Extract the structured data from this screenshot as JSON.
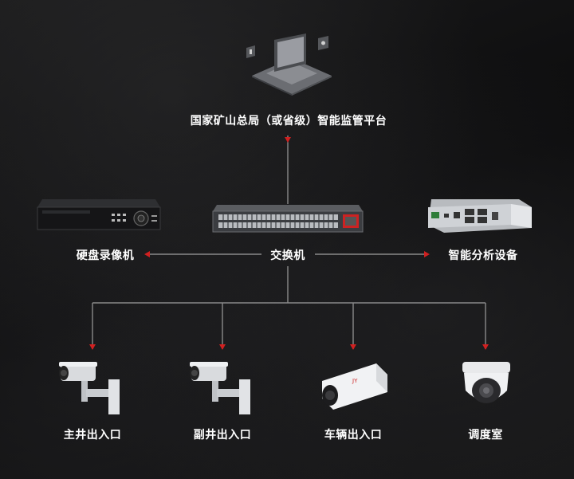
{
  "platform": {
    "label": "国家矿山总局（或省级）智能监管平台",
    "icon": "laptop-icon"
  },
  "core": {
    "nvr": {
      "label": "硬盘录像机",
      "icon": "nvr-icon"
    },
    "switch": {
      "label": "交换机",
      "icon": "switch-icon"
    },
    "analyzer": {
      "label": "智能分析设备",
      "icon": "analyzer-icon"
    }
  },
  "cameras": [
    {
      "label": "主井出入口",
      "icon": "bullet-camera-icon"
    },
    {
      "label": "副井出入口",
      "icon": "bullet-camera-icon"
    },
    {
      "label": "车辆出入口",
      "icon": "box-camera-icon"
    },
    {
      "label": "调度室",
      "icon": "dome-camera-icon"
    }
  ],
  "colors": {
    "line": "#8a8a8a",
    "arrow": "#d02020",
    "text": "#ffffff"
  }
}
